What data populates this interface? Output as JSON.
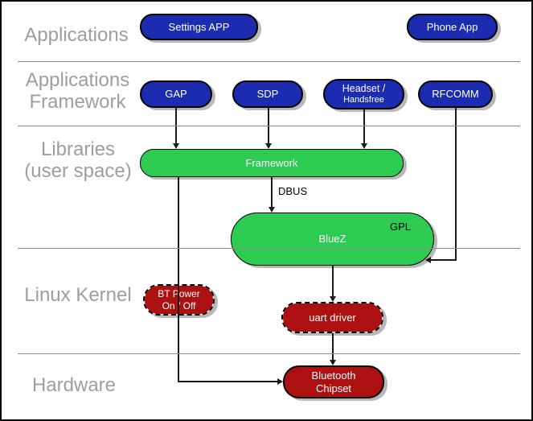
{
  "colors": {
    "app_blue": "#1c2cb0",
    "lib_green": "#2ecb52",
    "kernel_red": "#ad1010",
    "label_gray": "#9e9e9e",
    "line_gray": "#8c8c8c",
    "shadow_gray": "#b8b8b8"
  },
  "layers": {
    "applications": "Applications",
    "applications_framework": "Applications\nFramework",
    "libraries": "Libraries\n(user space)",
    "linux_kernel": "Linux Kernel",
    "hardware": "Hardware"
  },
  "nodes": {
    "settings_app": "Settings APP",
    "phone_app": "Phone App",
    "gap": "GAP",
    "sdp": "SDP",
    "headset_line1": "Headset /",
    "headset_line2": "Handsfree",
    "rfcomm": "RFCOMM",
    "framework": "Framework",
    "bluez": "BlueZ",
    "bluez_badge": "GPL",
    "bt_power_line1": "BT Power",
    "bt_power_line2": "On / Off",
    "uart_driver": "uart driver",
    "chipset_line1": "Bluetooth",
    "chipset_line2": "Chipset"
  },
  "edges": {
    "dbus": "DBUS"
  }
}
